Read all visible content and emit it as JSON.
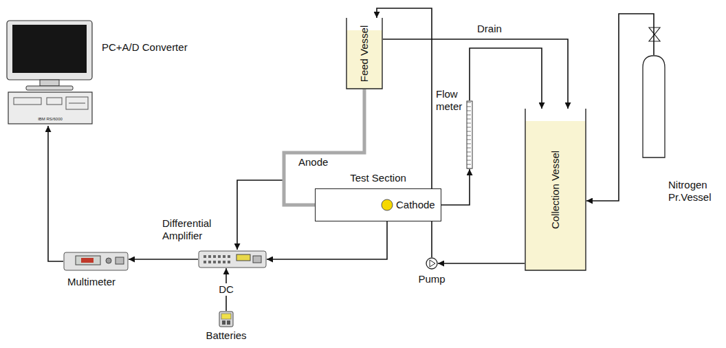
{
  "diagram": {
    "nodes": [
      {
        "text": [
          "PC+A/D Converter"
        ]
      },
      {
        "text": [
          "Multimeter"
        ]
      },
      {
        "text": [
          "Differential Amplifier"
        ]
      },
      {
        "text": [
          "Batteries"
        ]
      },
      {
        "text": [
          "Feed Vessel"
        ]
      },
      {
        "text": [
          "Test Section"
        ]
      },
      {
        "text": [
          "Cathode"
        ],
        "in": 5
      },
      {
        "text": [
          "Flow meter"
        ]
      },
      {
        "text": [
          "Collection Vessel"
        ]
      },
      {
        "text": [
          "Pump"
        ]
      },
      {
        "text": [
          "Nitrogen Pr.Vessel"
        ]
      }
    ],
    "edges": [
      {
        "from": 4,
        "to": 5,
        "label": "Anode",
        "arrow": "none"
      },
      {
        "from": 6,
        "to": 2,
        "arrow": "to"
      },
      {
        "from": 5,
        "to": 7,
        "arrow": "to"
      },
      {
        "from": 7,
        "to": 8,
        "arrow": "to"
      },
      {
        "from": 4,
        "to": 8,
        "label": "Drain",
        "arrow": "to"
      },
      {
        "from": 8,
        "to": 9,
        "arrow": "to"
      },
      {
        "from": 9,
        "to": 4,
        "arrow": "to"
      },
      {
        "from": 10,
        "to": 8,
        "arrow": "to"
      },
      {
        "from": 3,
        "to": 2,
        "label": "DC",
        "arrow": "to"
      },
      {
        "from": 2,
        "to": 1,
        "arrow": "to"
      },
      {
        "from": 1,
        "to": 0,
        "arrow": "to"
      }
    ],
    "labels": [
      "IBM RS/6000"
    ]
  }
}
